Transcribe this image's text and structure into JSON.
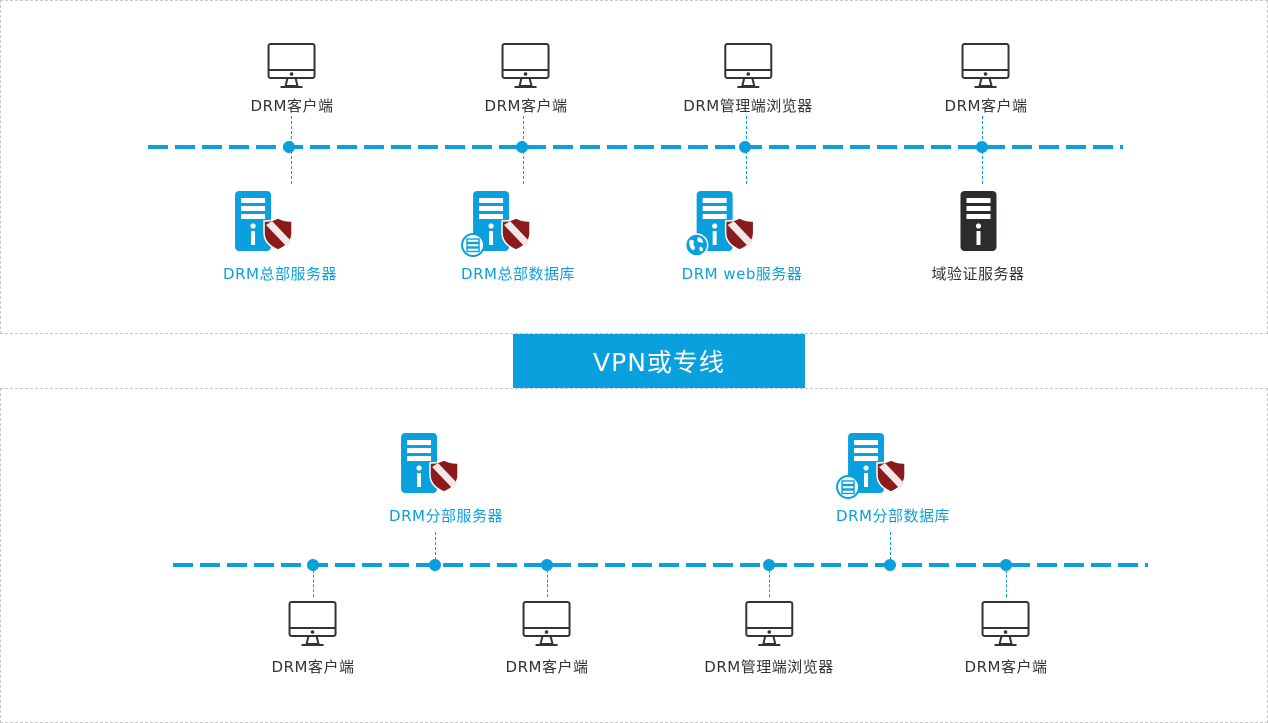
{
  "colors": {
    "accent": "#0aa0dd",
    "text_dark": "#333333",
    "shield": "#8b1a1a",
    "dark_server": "#2e2b2b",
    "panel_border": "#c8c8c8"
  },
  "link": {
    "label": "VPN或专线"
  },
  "headquarters": {
    "clients": [
      {
        "label": "DRM客户端",
        "icon": "monitor-icon"
      },
      {
        "label": "DRM客户端",
        "icon": "monitor-icon"
      },
      {
        "label": "DRM管理端浏览器",
        "icon": "monitor-icon"
      },
      {
        "label": "DRM客户端",
        "icon": "monitor-icon"
      }
    ],
    "servers": [
      {
        "label": "DRM总部服务器",
        "icon": "shield-server-icon"
      },
      {
        "label": "DRM总部数据库",
        "icon": "database-server-icon"
      },
      {
        "label": "DRM web服务器",
        "icon": "web-server-icon"
      },
      {
        "label": "域验证服务器",
        "icon": "server-icon"
      }
    ]
  },
  "branch": {
    "servers": [
      {
        "label": "DRM分部服务器",
        "icon": "shield-server-icon"
      },
      {
        "label": "DRM分部数据库",
        "icon": "database-server-icon"
      }
    ],
    "clients": [
      {
        "label": "DRM客户端",
        "icon": "monitor-icon"
      },
      {
        "label": "DRM客户端",
        "icon": "monitor-icon"
      },
      {
        "label": "DRM管理端浏览器",
        "icon": "monitor-icon"
      },
      {
        "label": "DRM客户端",
        "icon": "monitor-icon"
      }
    ]
  }
}
